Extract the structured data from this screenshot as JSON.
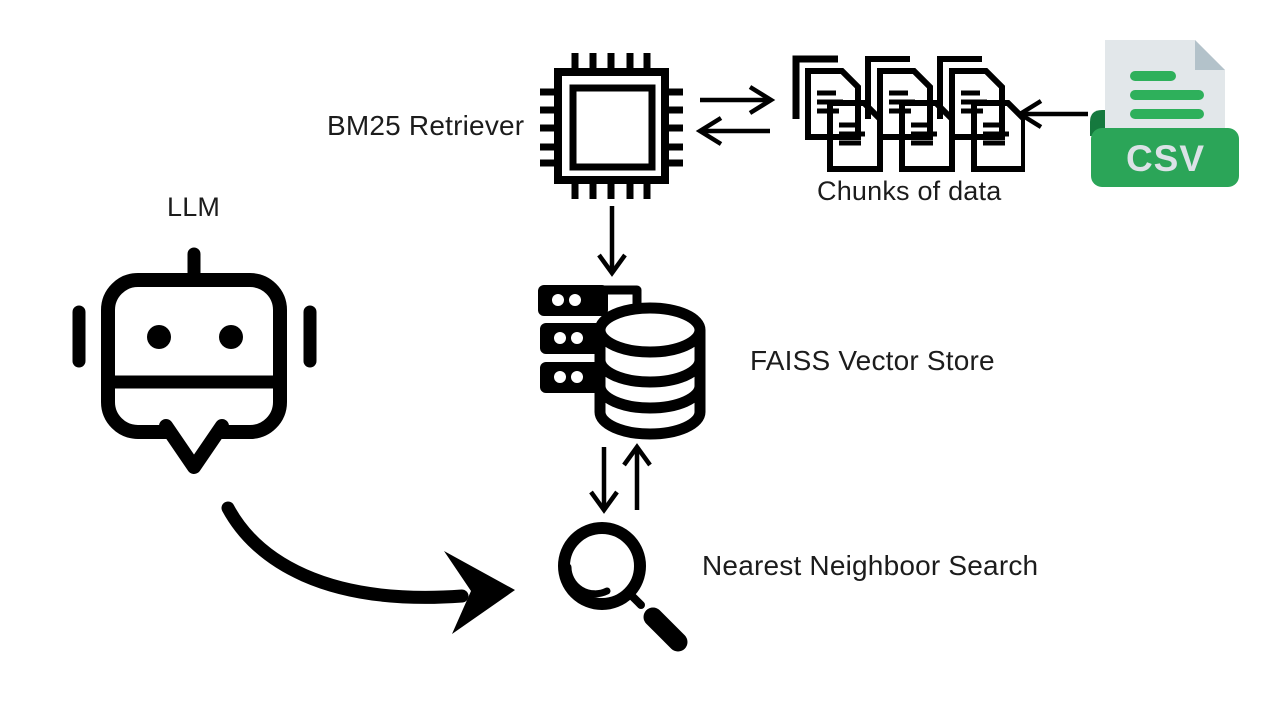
{
  "diagram": {
    "background": "#ffffff",
    "nodes": [
      {
        "id": "llm",
        "label": "LLM",
        "icon": "robot-icon"
      },
      {
        "id": "bm25",
        "label": "BM25 Retriever",
        "icon": "chip-icon"
      },
      {
        "id": "chunks",
        "label": "Chunks of data",
        "icon": "document-stack-icon"
      },
      {
        "id": "csv",
        "label": "CSV",
        "icon": "csv-file-icon"
      },
      {
        "id": "faiss",
        "label": "FAISS Vector Store",
        "icon": "database-server-icon"
      },
      {
        "id": "search",
        "label": "Nearest Neighboor Search",
        "icon": "magnifier-icon"
      }
    ],
    "edges": [
      {
        "from": "bm25",
        "to": "chunks",
        "type": "bidirectional-horizontal"
      },
      {
        "from": "csv",
        "to": "chunks",
        "type": "one-way-left"
      },
      {
        "from": "bm25",
        "to": "faiss",
        "type": "one-way-down"
      },
      {
        "from": "faiss",
        "to": "search",
        "type": "bidirectional-vertical"
      },
      {
        "from": "llm",
        "to": "search",
        "type": "one-way-curved"
      }
    ],
    "colors": {
      "stroke": "#000000",
      "text": "#1c1c1c",
      "csv_banner_green": "#2ba558",
      "csv_line_green": "#2eb05b",
      "csv_fold_green_dark": "#15793e",
      "csv_paper_gray": "#e2e7ea",
      "csv_corner_gray": "#b3c2ca",
      "csv_badge_text": "#dbe2e6"
    }
  }
}
